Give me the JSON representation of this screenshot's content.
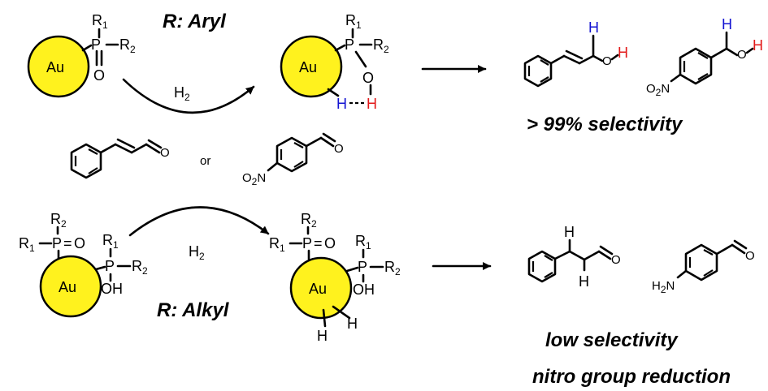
{
  "labels": {
    "aryl": "R: Aryl",
    "alkyl": "R: Alkyl",
    "h2": "H",
    "h2_sub": "2",
    "or": "or",
    "selectivity_high": "> 99% selectivity",
    "selectivity_low": "low selectivity",
    "nitro_reduction": "nitro group reduction"
  },
  "atoms": {
    "au": "Au",
    "p": "P",
    "o": "O",
    "oh": "OH",
    "h": "H",
    "r": "R",
    "r1_sub": "1",
    "r2_sub": "2",
    "o2n": "O",
    "o2n_sub": "2",
    "n": "N",
    "h2n": "H",
    "h2n_sub": "2",
    "eq": "="
  },
  "colors": {
    "gold": "#fff21e",
    "hydride_blue": "#1414d2",
    "proton_red": "#e21a1a"
  }
}
